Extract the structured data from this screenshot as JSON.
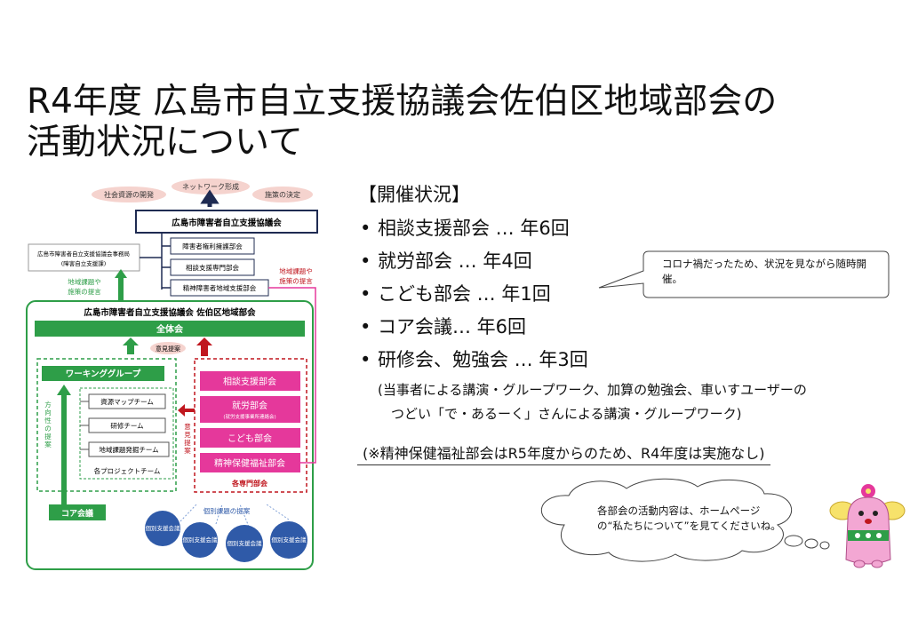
{
  "title": {
    "line1": "R4年度 広島市自立支援協議会佐伯区地域部会の",
    "line2": "活動状況について"
  },
  "diagram": {
    "top_tags": [
      "社会資源の開発",
      "ネットワーク形成",
      "施策の決定"
    ],
    "city_council": "広島市障害者自立支援協議会",
    "city_subs": [
      "障害者権利擁護部会",
      "相談支援専門部会",
      "精神障害者地域支援部会"
    ],
    "secretariat_line1": "広島市障害者自立支援協議会事務局",
    "secretariat_line2": "(障害自立支援課)",
    "left_proposal_line1": "地域課題や",
    "left_proposal_line2": "施策の提言",
    "right_proposal_line1": "地域課題や",
    "right_proposal_line2": "施策の提言",
    "saeki_title": "広島市障害者自立支援協議会 佐伯区地域部会",
    "plenary": "全体会",
    "opinion_up": "意見提案",
    "working_group": "ワーキンググループ",
    "teams": [
      "資源マップチーム",
      "研修チーム",
      "地域課題発掘チーム"
    ],
    "teams_caption": "各プロジェクトチーム",
    "direction_proposal": "方向性の提案",
    "opinion_side": "意見提案",
    "sections": [
      "相談支援部会",
      "就労部会",
      "こども部会",
      "精神保健福祉部会"
    ],
    "employment_sub": "(就労支援事業所連絡会)",
    "sections_caption": "各専門部会",
    "core": "コア会議",
    "individual_proposal": "個別課題の提案",
    "support_meetings": [
      "個別支援会議",
      "個別支援会議",
      "個別支援会議",
      "個別支援会議"
    ],
    "colors": {
      "green": "#2e9e48",
      "magenta": "#e5389b",
      "red": "#c0171f",
      "navy": "#1f2b52",
      "blue_circle": "#2f5aa8",
      "pink_tag": "#f5d3ce"
    }
  },
  "status": {
    "heading": "【開催状況】",
    "items": [
      "相談支援部会 … 年6回",
      "就労部会 … 年4回",
      "こども部会 … 年1回",
      "コア会議… 年6回",
      "研修会、勉強会 … 年3回"
    ],
    "bullet": "•",
    "detail_line1": "(当事者による講演・グループワーク、加算の勉強会、車いすユーザーの",
    "detail_line2": "つどい「で・あるーく」さんによる講演・グループワーク)",
    "note": "(※精神保健福祉部会はR5年度からのため、R4年度は実施なし)"
  },
  "callout": {
    "text": "コロナ禍だったため、状況を見ながら随時開催。"
  },
  "cloud": {
    "text": "各部会の活動内容は、ホームページの“私たちについて”を見てくださいね。"
  },
  "mascot": {
    "icon": "mascot-character-icon"
  }
}
